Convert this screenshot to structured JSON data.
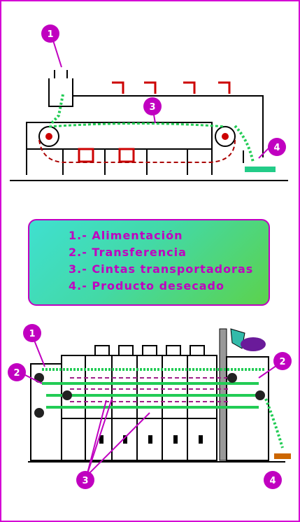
{
  "legend": {
    "items": [
      "1.- Alimentación",
      "2.- Transferencia",
      "3.- Cintas transportadoras",
      "4.- Producto desecado"
    ]
  },
  "callouts": {
    "feed": "1",
    "transfer": "2",
    "belts": "3",
    "product": "4"
  },
  "colors": {
    "border": "#d400d4",
    "badge": "#c000c0",
    "belt": "#22cc55",
    "dashed": "#aa0000",
    "structure": "#000000"
  }
}
